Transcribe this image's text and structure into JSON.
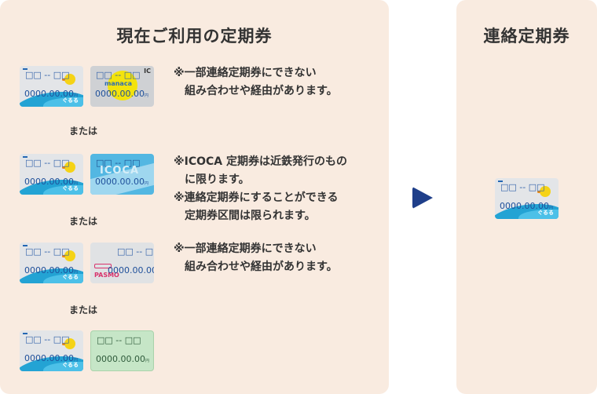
{
  "left_panel": {
    "title": "現在ご利用の定期券",
    "or_label": "または",
    "rows": [
      {
        "partner": "manaca",
        "partner_word": "manaca",
        "partner_badge": "IC",
        "notes": [
          "※一部連絡定期券にできない",
          "　組み合わせや経由があります。"
        ]
      },
      {
        "partner": "icoca",
        "partner_word": "ICOCA",
        "notes": [
          "※ICOCA 定期券は近鉄発行のもの",
          "　に限ります。",
          "※連絡定期券にすることができる",
          "　定期券区間は限られます。"
        ]
      },
      {
        "partner": "pasmo",
        "partner_word": "PASMO",
        "notes": [
          "※一部連絡定期券にできない",
          "　組み合わせや経由があります。"
        ]
      },
      {
        "partner": "plain",
        "notes": []
      }
    ]
  },
  "right_panel": {
    "title": "連絡定期券"
  },
  "card": {
    "stations": "□□ -- □□",
    "amount": "0000.00.00",
    "amount_suffix": "円",
    "brand": "ぐるる"
  },
  "colors": {
    "panel_bg": "#f9ebe0",
    "arrow": "#1f3f8a",
    "card_wave": "#23a3d4"
  },
  "icons": {
    "arrow": "triangle-right"
  }
}
